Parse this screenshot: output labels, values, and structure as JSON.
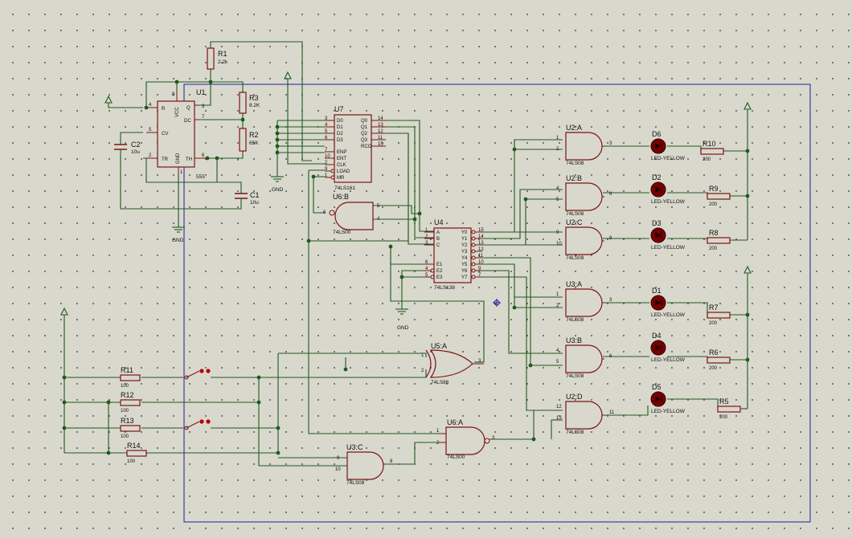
{
  "u1": {
    "ref": "U1",
    "part": "555",
    "pins": {
      "r": "R",
      "vcc": "VCC",
      "q": "Q",
      "dc": "DC",
      "cv": "CV",
      "tr": "TR",
      "gnd": "GND",
      "th": "TH"
    },
    "nums": [
      "4",
      "8",
      "3",
      "7",
      "5",
      "2",
      "1",
      "6"
    ]
  },
  "u7": {
    "ref": "U7",
    "part": "74LS161",
    "pins": [
      "D0",
      "D1",
      "D2",
      "D3",
      "ENP",
      "ENT",
      "CLK",
      "LOAD",
      "MR"
    ],
    "outs": [
      "Q0",
      "Q1",
      "Q2",
      "Q3",
      "RCO"
    ],
    "in_nums": [
      "3",
      "4",
      "5",
      "6",
      "7",
      "10",
      "2",
      "9",
      "1"
    ],
    "out_nums": [
      "14",
      "13",
      "12",
      "11",
      "15"
    ]
  },
  "u4": {
    "ref": "U4",
    "part": "74LS138",
    "pins": [
      "A",
      "B",
      "C",
      "E1",
      "E2",
      "E3"
    ],
    "outs": [
      "Y0",
      "Y1",
      "Y2",
      "Y3",
      "Y4",
      "Y5",
      "Y6",
      "Y7"
    ],
    "in_nums": [
      "1",
      "2",
      "3",
      "6",
      "4",
      "5"
    ],
    "out_nums": [
      "15",
      "14",
      "13",
      "12",
      "11",
      "10",
      "9",
      "7"
    ]
  },
  "u6b": {
    "ref": "U6:B",
    "part": "74LS00",
    "nums": [
      "5",
      "4",
      "6"
    ]
  },
  "u6a": {
    "ref": "U6:A",
    "part": "74LS00",
    "nums": [
      "1",
      "2",
      "3"
    ]
  },
  "u5a": {
    "ref": "U5:A",
    "part": "74LS86",
    "nums": [
      "1",
      "2",
      "3"
    ]
  },
  "u3c": {
    "ref": "U3:C",
    "part": "74LS08",
    "nums": [
      "9",
      "10",
      "8"
    ]
  },
  "and_gates": [
    {
      "ref": "U2:A",
      "part": "74LS08",
      "nums": [
        "1",
        "2",
        "3"
      ]
    },
    {
      "ref": "U2:B",
      "part": "74LS08",
      "nums": [
        "4",
        "5",
        "6"
      ]
    },
    {
      "ref": "U2:C",
      "part": "74LS08",
      "nums": [
        "9",
        "10",
        "8"
      ]
    },
    {
      "ref": "U3:A",
      "part": "74LS08",
      "nums": [
        "1",
        "2",
        "3"
      ]
    },
    {
      "ref": "U3:B",
      "part": "74LS08",
      "nums": [
        "4",
        "5",
        "6"
      ]
    },
    {
      "ref": "U2:D",
      "part": "74LS08",
      "nums": [
        "12",
        "13",
        "11"
      ]
    }
  ],
  "leds": [
    {
      "ref": "D6",
      "part": "LED-YELLOW"
    },
    {
      "ref": "D2",
      "part": "LED-YELLOW"
    },
    {
      "ref": "D3",
      "part": "LED-YELLOW"
    },
    {
      "ref": "D1",
      "part": "LED-YELLOW"
    },
    {
      "ref": "D4",
      "part": "LED-YELLOW"
    },
    {
      "ref": "D5",
      "part": "LED-YELLOW"
    }
  ],
  "out_resistors": [
    {
      "ref": "R10",
      "value": "200"
    },
    {
      "ref": "R9",
      "value": "200"
    },
    {
      "ref": "R8",
      "value": "200"
    },
    {
      "ref": "R7",
      "value": "200"
    },
    {
      "ref": "R6",
      "value": "200"
    },
    {
      "ref": "R5",
      "value": "200"
    }
  ],
  "in_resistors": [
    {
      "ref": "R11",
      "value": "100"
    },
    {
      "ref": "R12",
      "value": "100"
    },
    {
      "ref": "R13",
      "value": "100"
    },
    {
      "ref": "R14",
      "value": "100"
    }
  ],
  "timing": {
    "r1": {
      "ref": "R1",
      "value": "2.2k"
    },
    "r3": {
      "ref": "R3",
      "value": "8.2K"
    },
    "r2": {
      "ref": "R2",
      "value": "65K"
    },
    "c2": {
      "ref": "C2",
      "value": "10u"
    },
    "c1": {
      "ref": "C1",
      "value": "10u"
    }
  },
  "gnd_labels": [
    "GND",
    "GND",
    "GND"
  ],
  "colors": {
    "wire": "#1f5a1f",
    "component": "#7a1414",
    "border": "#1e1ea0",
    "led": "#7a0000"
  }
}
